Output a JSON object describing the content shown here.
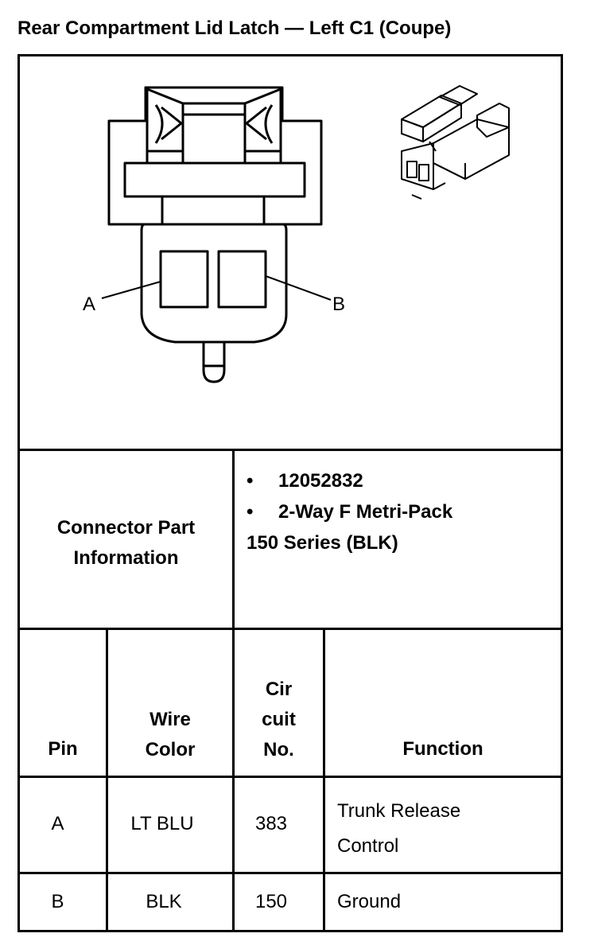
{
  "title": "Rear Compartment Lid Latch — Left C1 (Coupe)",
  "diagram": {
    "label_a": "A",
    "label_b": "B"
  },
  "part_info": {
    "label_line1": "Connector Part",
    "label_line2": "Information",
    "bullet": "•",
    "part_number": "12052832",
    "part_desc_line1": "2-Way F Metri-Pack",
    "part_desc_line2": "150 Series (BLK)"
  },
  "table": {
    "headers": {
      "pin": "Pin",
      "wire_line1": "Wire",
      "wire_line2": "Color",
      "circuit_line1": "Cir",
      "circuit_line2": "cuit",
      "circuit_line3": "No.",
      "function": "Function"
    },
    "rows": [
      {
        "pin": "A",
        "wire": "LT BLU",
        "circuit": "383",
        "function_line1": "Trunk Release",
        "function_line2": "Control"
      },
      {
        "pin": "B",
        "wire": "BLK",
        "circuit": "150",
        "function_line1": "Ground",
        "function_line2": ""
      }
    ]
  }
}
